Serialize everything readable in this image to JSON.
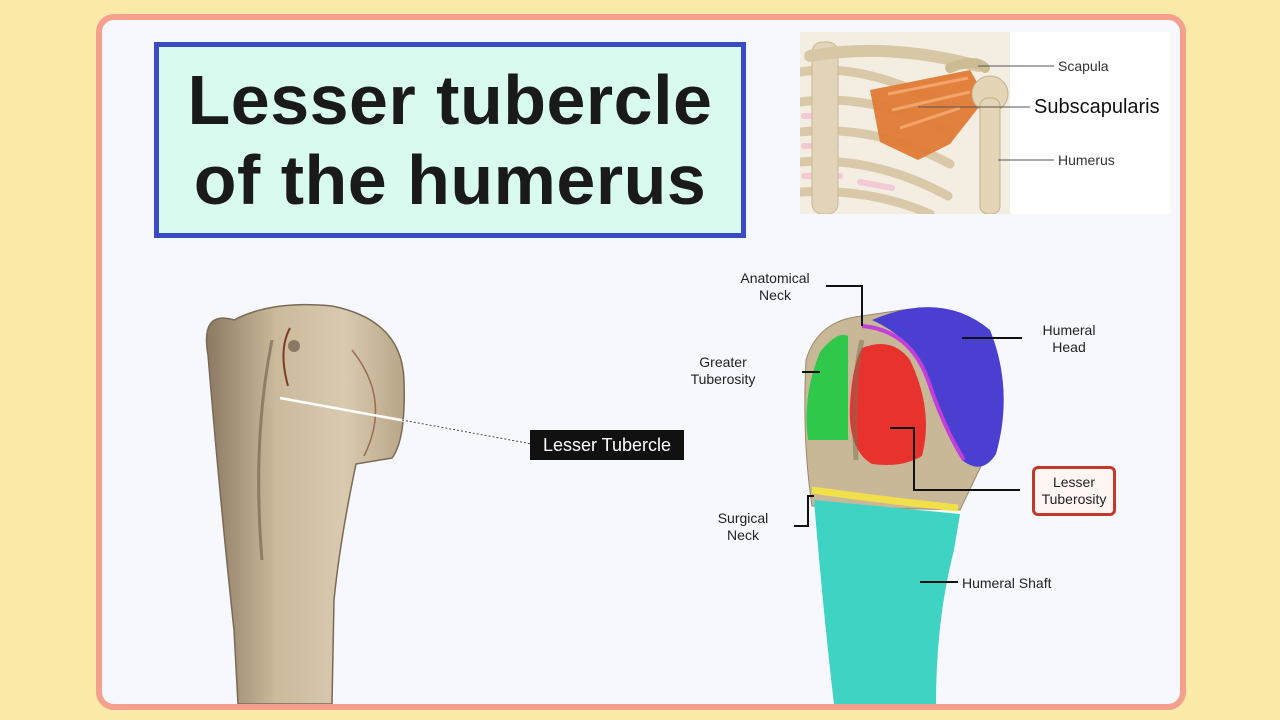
{
  "title": {
    "line1": "Lesser tubercle",
    "line2": "of the humerus"
  },
  "inset": {
    "labels": {
      "scapula": "Scapula",
      "subscapularis": "Subscapularis",
      "humerus": "Humerus"
    }
  },
  "left_bone": {
    "label": "Lesser Tubercle"
  },
  "right_bone": {
    "labels": {
      "anatomical_neck_1": "Anatomical",
      "anatomical_neck_2": "Neck",
      "humeral_head_1": "Humeral",
      "humeral_head_2": "Head",
      "greater_tuberosity_1": "Greater",
      "greater_tuberosity_2": "Tuberosity",
      "lesser_tuberosity_1": "Lesser",
      "lesser_tuberosity_2": "Tuberosity",
      "surgical_neck_1": "Surgical",
      "surgical_neck_2": "Neck",
      "humeral_shaft": "Humeral Shaft"
    }
  },
  "colors": {
    "background": "#fbe9a8",
    "frame_border": "#f4a08c",
    "title_border": "#3a4bc4",
    "title_fill": "#d9fbef",
    "humeral_head": "#4a3fd0",
    "greater_tuberosity": "#2fc84a",
    "lesser_tuberosity": "#e8322e",
    "anatomical_neck": "#c23fd8",
    "surgical_neck": "#f2e04a",
    "humeral_shaft": "#3fd3c4",
    "bone": "#cdbfa6"
  }
}
